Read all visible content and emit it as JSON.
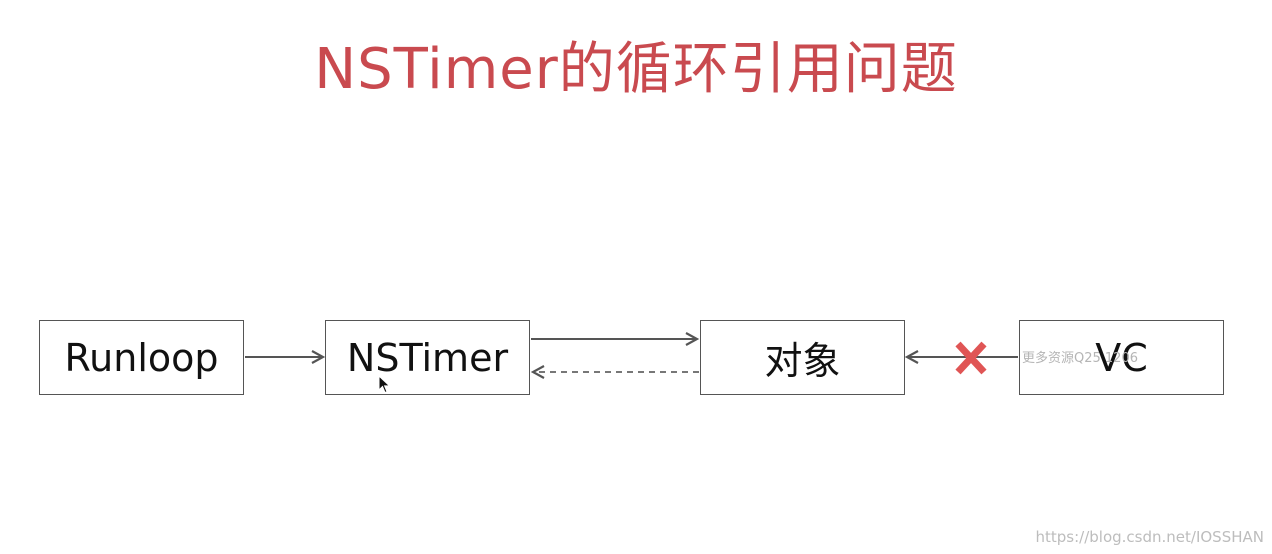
{
  "title": "NSTimer的循环引用问题",
  "nodes": {
    "runloop": "Runloop",
    "nstimer": "NSTimer",
    "object": "对象",
    "vc": "VC"
  },
  "colors": {
    "title": "#c94a4f",
    "edge": "#555555",
    "cross": "#e05555",
    "box_border": "#555555"
  },
  "watermarks": {
    "overlay": "更多资源Q25       1206",
    "footer": "https://blog.csdn.net/IOSSHAN"
  }
}
